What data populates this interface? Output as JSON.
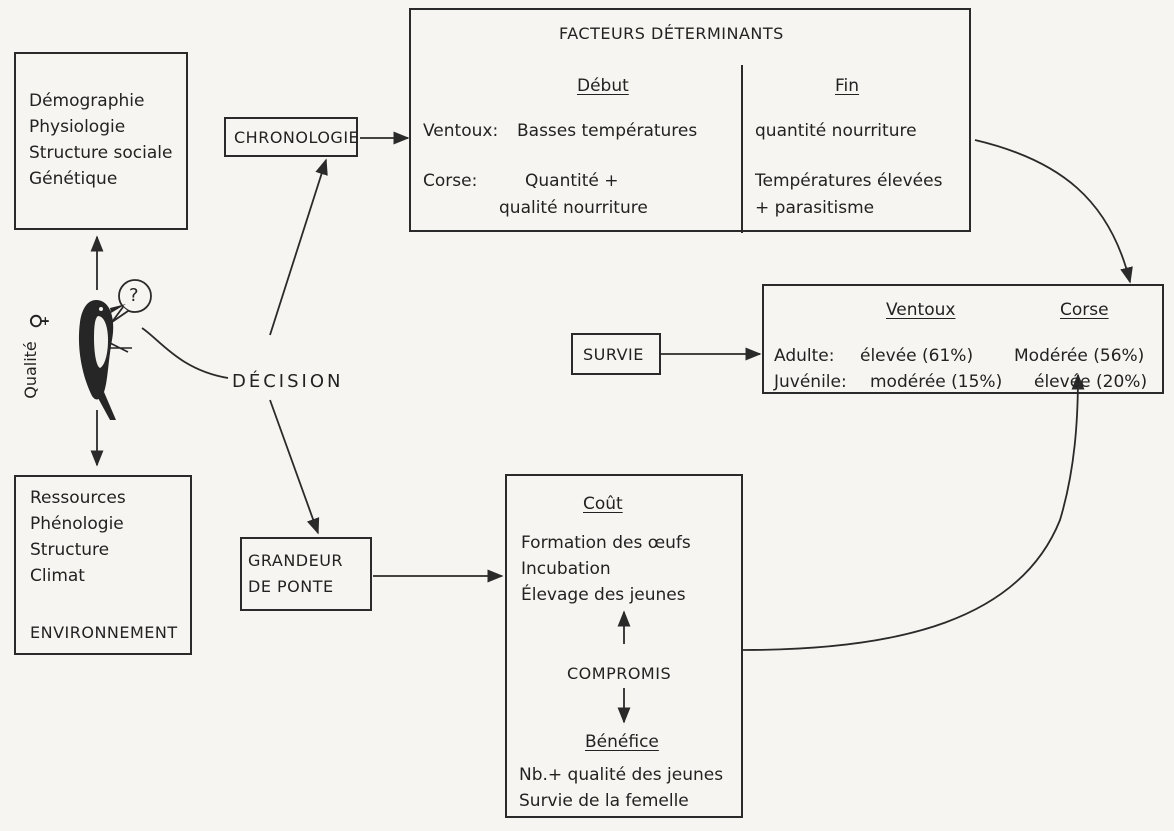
{
  "quality_axis": {
    "symbol": "♀",
    "label": "Qualité"
  },
  "bird_bubble": "?",
  "decision": "DÉCISION",
  "left_top_box": {
    "items": [
      "Démographie",
      "Physiologie",
      "Structure sociale",
      "Génétique"
    ]
  },
  "left_bottom_box": {
    "items": [
      "Ressources",
      "Phénologie",
      "Structure",
      "Climat"
    ],
    "footer": "ENVIRONNEMENT"
  },
  "chronologie": "CHRONOLOGIE",
  "grandeur": {
    "line1": "GRANDEUR",
    "line2": "DE PONTE"
  },
  "survie": "SURVIE",
  "facteurs": {
    "title": "FACTEURS DÉTERMINANTS",
    "debut_header": "Début",
    "fin_header": "Fin",
    "ventoux_label": "Ventoux:",
    "ventoux_debut": "Basses températures",
    "ventoux_fin": "quantité nourriture",
    "corse_label": "Corse:",
    "corse_debut_1": "Quantité +",
    "corse_debut_2": "qualité nourriture",
    "corse_fin_1": "Températures élevées",
    "corse_fin_2": "+ parasitisme"
  },
  "survie_box": {
    "col1": "Ventoux",
    "col2": "Corse",
    "adulte_label": "Adulte:",
    "adulte_ventoux": "élevée (61%)",
    "adulte_corse": "Modérée (56%)",
    "juvenile_label": "Juvénile:",
    "juvenile_ventoux": "modérée (15%)",
    "juvenile_corse": "élevée (20%)"
  },
  "cout_box": {
    "cout_header": "Coût",
    "cout_items": [
      "Formation des œufs",
      "Incubation",
      "Élevage des jeunes"
    ],
    "compromis": "COMPROMIS",
    "benefice_header": "Bénéfice",
    "benefice_items": [
      "Nb.+ qualité des jeunes",
      "Survie de la femelle"
    ]
  }
}
